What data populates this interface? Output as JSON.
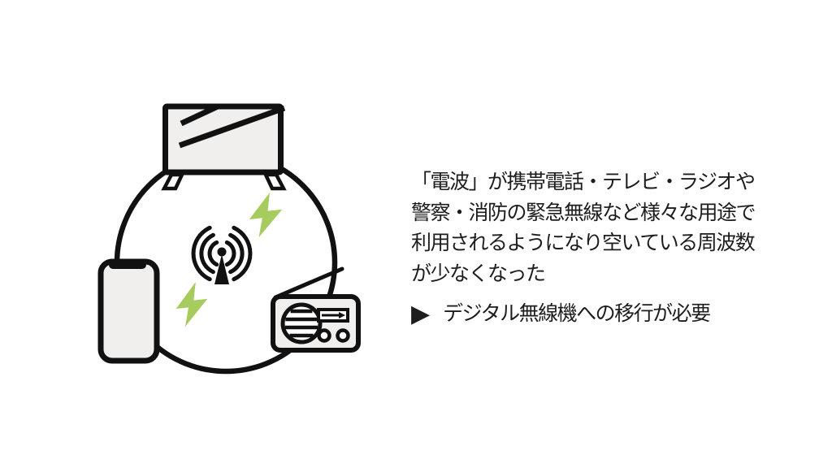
{
  "colors": {
    "background": "#ffffff",
    "outline": "#111111",
    "device_fill": "#f0efed",
    "speaker_fill": "#ffffff",
    "bolt_green": "#a6cc60",
    "text": "#1d1d1d"
  },
  "illustration": {
    "circle": "frequency-spectrum-circle",
    "center_icon": "broadcast-antenna-icon",
    "devices": [
      "tv",
      "smartphone",
      "radio"
    ],
    "bolt_count": 2
  },
  "text": {
    "paragraph_lines": [
      "「電波」が携帯電話・テレビ・ラジオや",
      "警察・消防の緊急無線など様々な用途で",
      "利用されるようになり空いている周波数",
      "が少なくなった"
    ],
    "bullet_marker": "▶",
    "bullet_label": "デジタル無線機への移行が必要"
  }
}
